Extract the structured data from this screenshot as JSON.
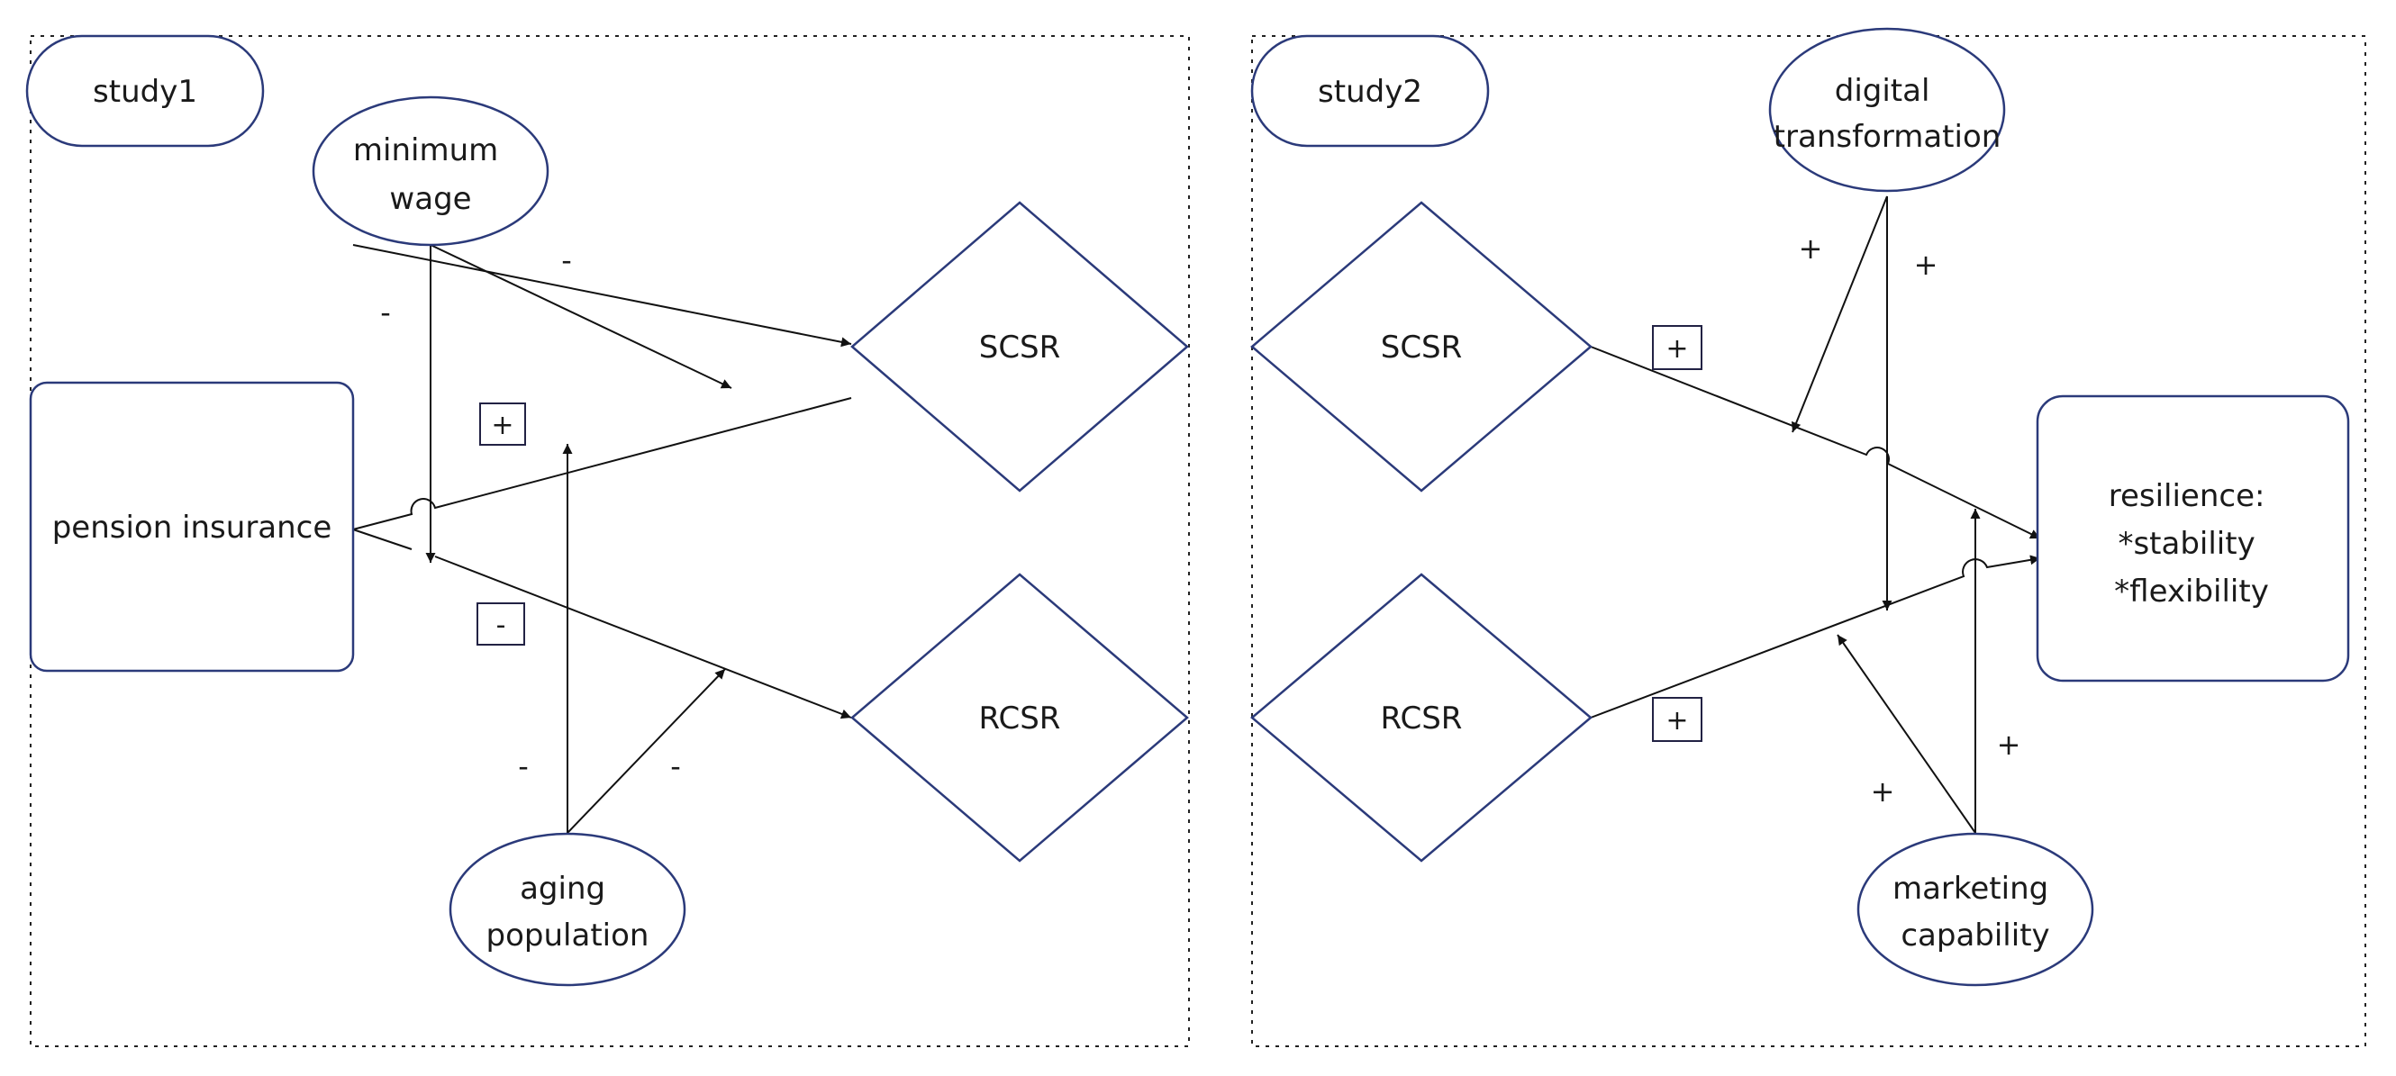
{
  "study1": {
    "label": "study1",
    "minimum_wage": [
      "minimum",
      "wage"
    ],
    "pension": "pension insurance",
    "scsr": "SCSR",
    "rcsr": "RCSR",
    "aging": [
      "aging",
      "population"
    ],
    "sign_box_upper": "+",
    "sign_box_lower": "-",
    "sign_wage_to_upper": "-",
    "sign_wage_to_lower": "-",
    "sign_aging_to_upper": "-",
    "sign_aging_to_lower": "-"
  },
  "study2": {
    "label": "study2",
    "digital": [
      "digital",
      "transformation"
    ],
    "scsr": "SCSR",
    "rcsr": "RCSR",
    "resilience": [
      "resilience:",
      "*stability",
      "*flexibility"
    ],
    "marketing": [
      "marketing",
      "capability"
    ],
    "sign_box_upper": "+",
    "sign_box_lower": "+",
    "sign_digital_to_upper": "+",
    "sign_digital_to_lower": "+",
    "sign_marketing_to_lower": "+",
    "sign_marketing_to_upper": "+"
  }
}
